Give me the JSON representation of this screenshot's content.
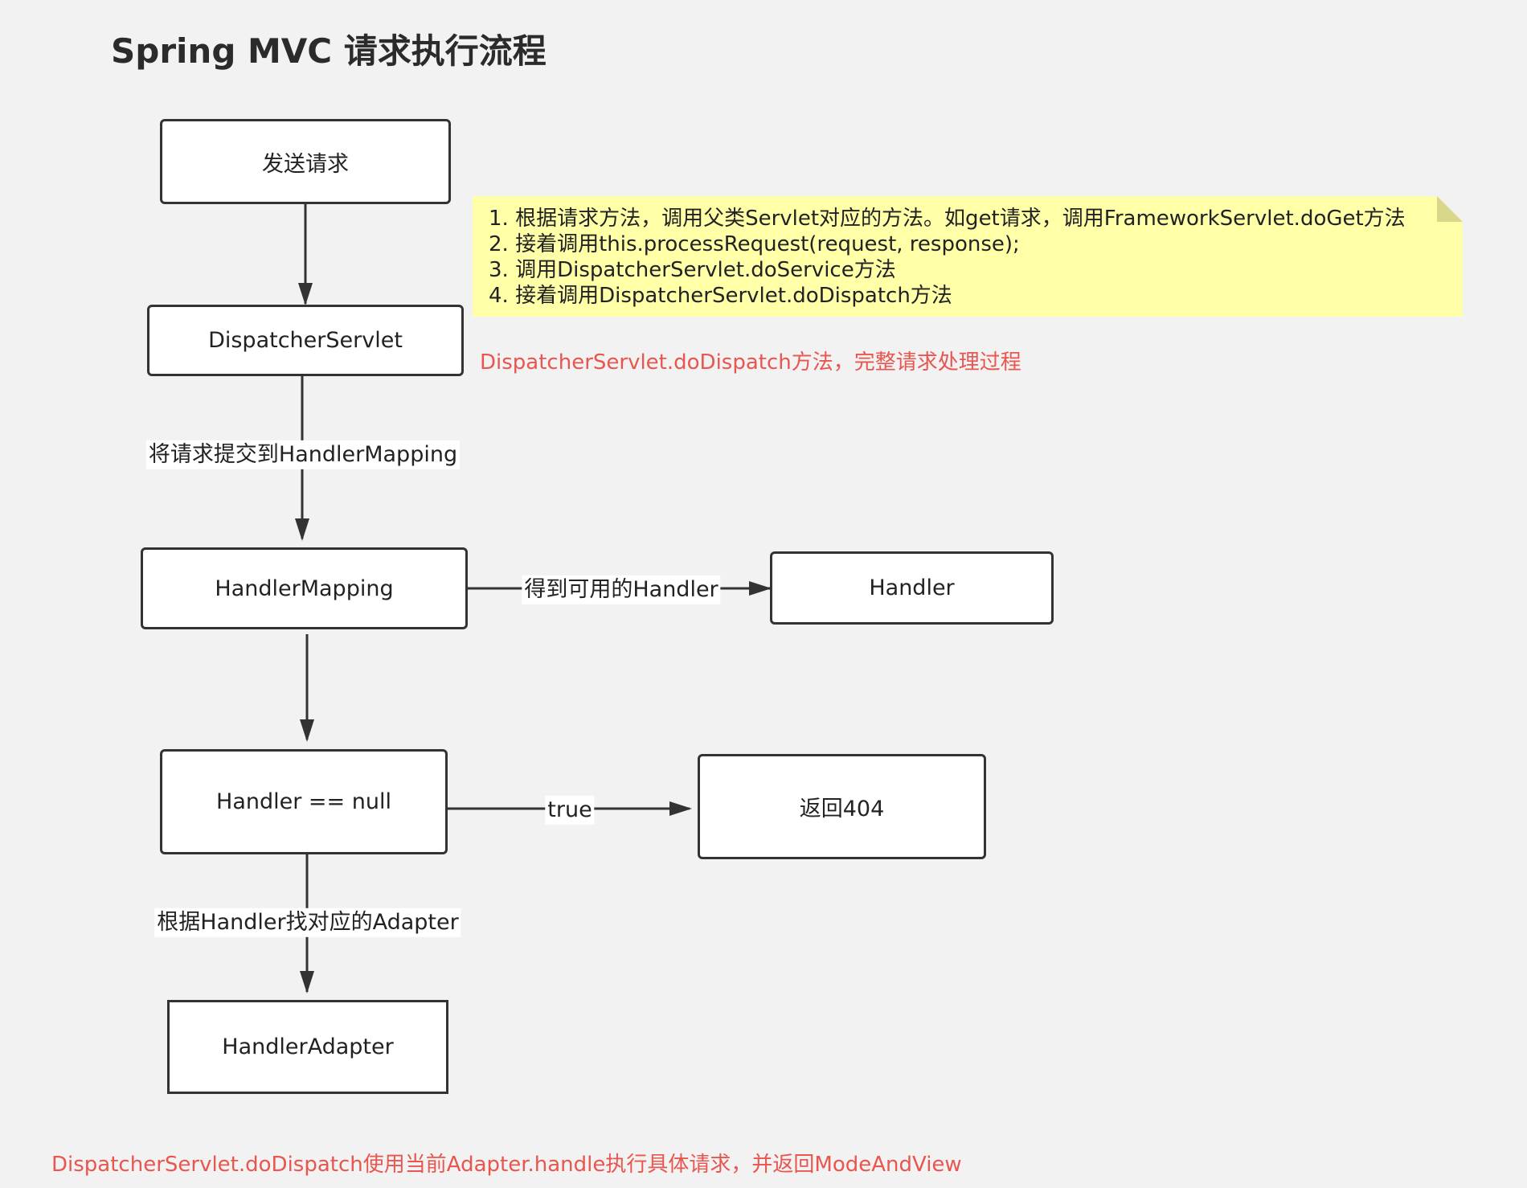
{
  "title": "Spring MVC 请求执行流程",
  "nodes": {
    "send_request": "发送请求",
    "dispatcher_servlet": "DispatcherServlet",
    "handler_mapping": "HandlerMapping",
    "handler": "Handler",
    "handler_null": "Handler == null",
    "return_404": "返回404",
    "handler_adapter": "HandlerAdapter"
  },
  "edges": {
    "to_handler_mapping": "将请求提交到HandlerMapping",
    "get_handler": "得到可用的Handler",
    "true_label": "true",
    "find_adapter": "根据Handler找对应的Adapter"
  },
  "note": {
    "lines": [
      "1. 根据请求方法，调用父类Servlet对应的方法。如get请求，调用FrameworkServlet.doGet方法",
      "2. 接着调用this.processRequest(request, response);",
      "3. 调用DispatcherServlet.doService方法",
      "4. 接着调用DispatcherServlet.doDispatch方法"
    ]
  },
  "annotations": {
    "do_dispatch": "DispatcherServlet.doDispatch方法，完整请求处理过程",
    "handle": "DispatcherServlet.doDispatch使用当前Adapter.handle执行具体请求，并返回ModeAndView"
  },
  "colors": {
    "note_background": "#ffffa8",
    "annotation_red": "#e8564f",
    "stroke": "#333333"
  }
}
